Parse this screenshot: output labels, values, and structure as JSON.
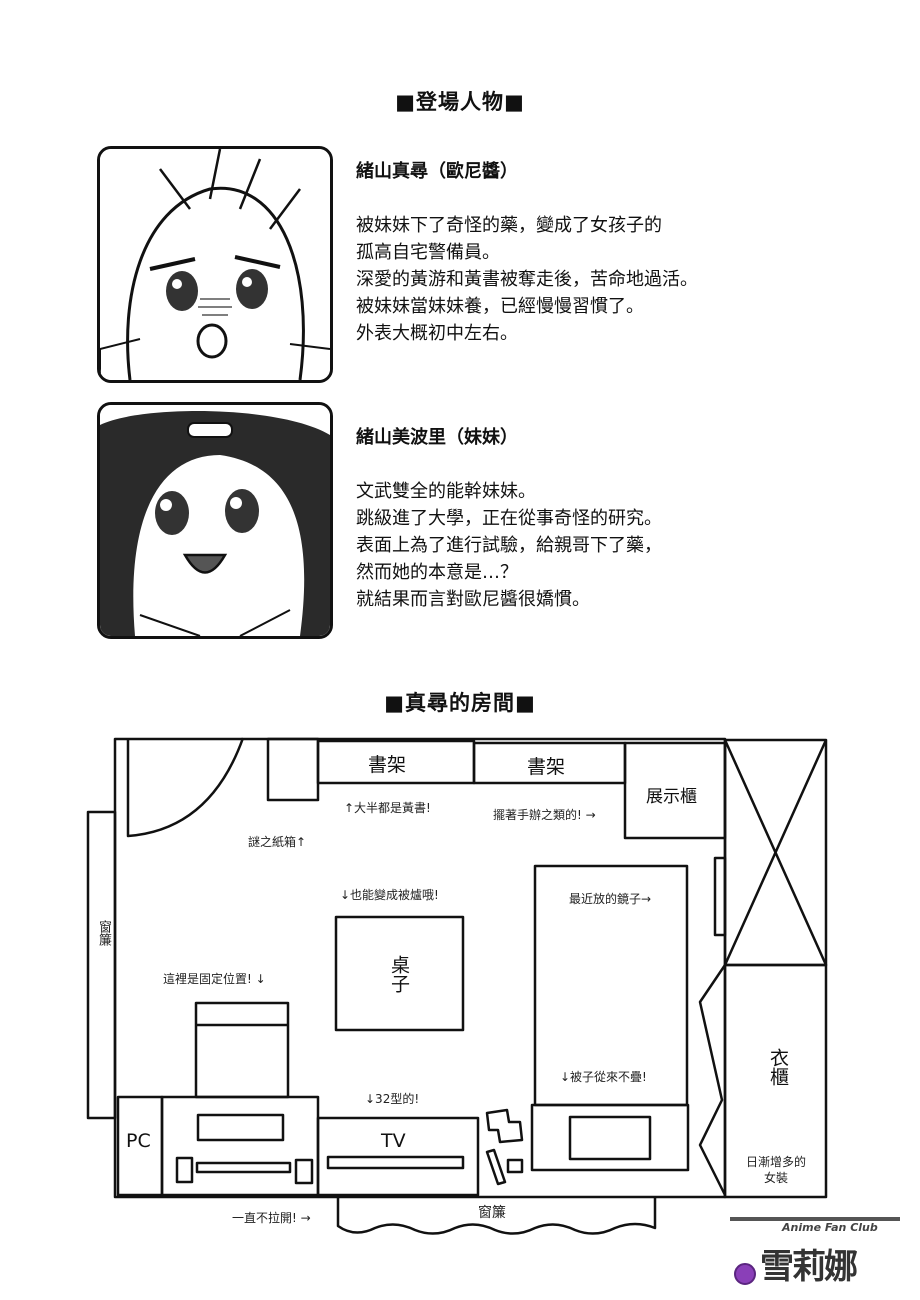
{
  "characters_section": {
    "title": "■登場人物■",
    "characters": [
      {
        "name": "緒山真尋（歐尼醬）",
        "lines": [
          "被妹妹下了奇怪的藥，變成了女孩子的",
          "孤高自宅警備員。",
          "深愛的黃游和黃書被奪走後，苦命地過活。",
          "被妹妹當妹妹養，已經慢慢習慣了。",
          "外表大概初中左右。"
        ]
      },
      {
        "name": "緒山美波里（妹妹）",
        "lines": [
          "文武雙全的能幹妹妹。",
          "跳級進了大學，正在從事奇怪的研究。",
          "表面上為了進行試驗，給親哥下了藥，",
          "然而她的本意是…？",
          "就結果而言對歐尼醬很嬌慣。"
        ]
      }
    ]
  },
  "room_section": {
    "title": "■真尋的房間■",
    "furniture": {
      "bookshelf_1": "書架",
      "bookshelf_2": "書架",
      "display_cabinet": "展示櫃",
      "desk": "桌子",
      "wardrobe": "衣櫃",
      "pc": "PC",
      "tv": "TV",
      "curtain_left": "窗簾",
      "curtain_bottom": "窗簾"
    },
    "notes": {
      "bookshelf_note": "↑大半都是黃書!",
      "figures_note": "擺著手辦之類的! →",
      "box_note": "謎之紙箱↑",
      "kotatsu_note": "↓也能變成被爐哦!",
      "fixed_note": "這裡是固定位置! ↓",
      "mirror_note": "最近放的鏡子→",
      "blanket_note": "↓被子從來不疊!",
      "tv_note": "↓32型的!",
      "curtain_note": "一直不拉開! →",
      "clothes_note_1": "日漸增多的",
      "clothes_note_2": "女裝"
    }
  },
  "watermark": {
    "text": "Anime Fan Club",
    "name": "雪莉娜"
  }
}
